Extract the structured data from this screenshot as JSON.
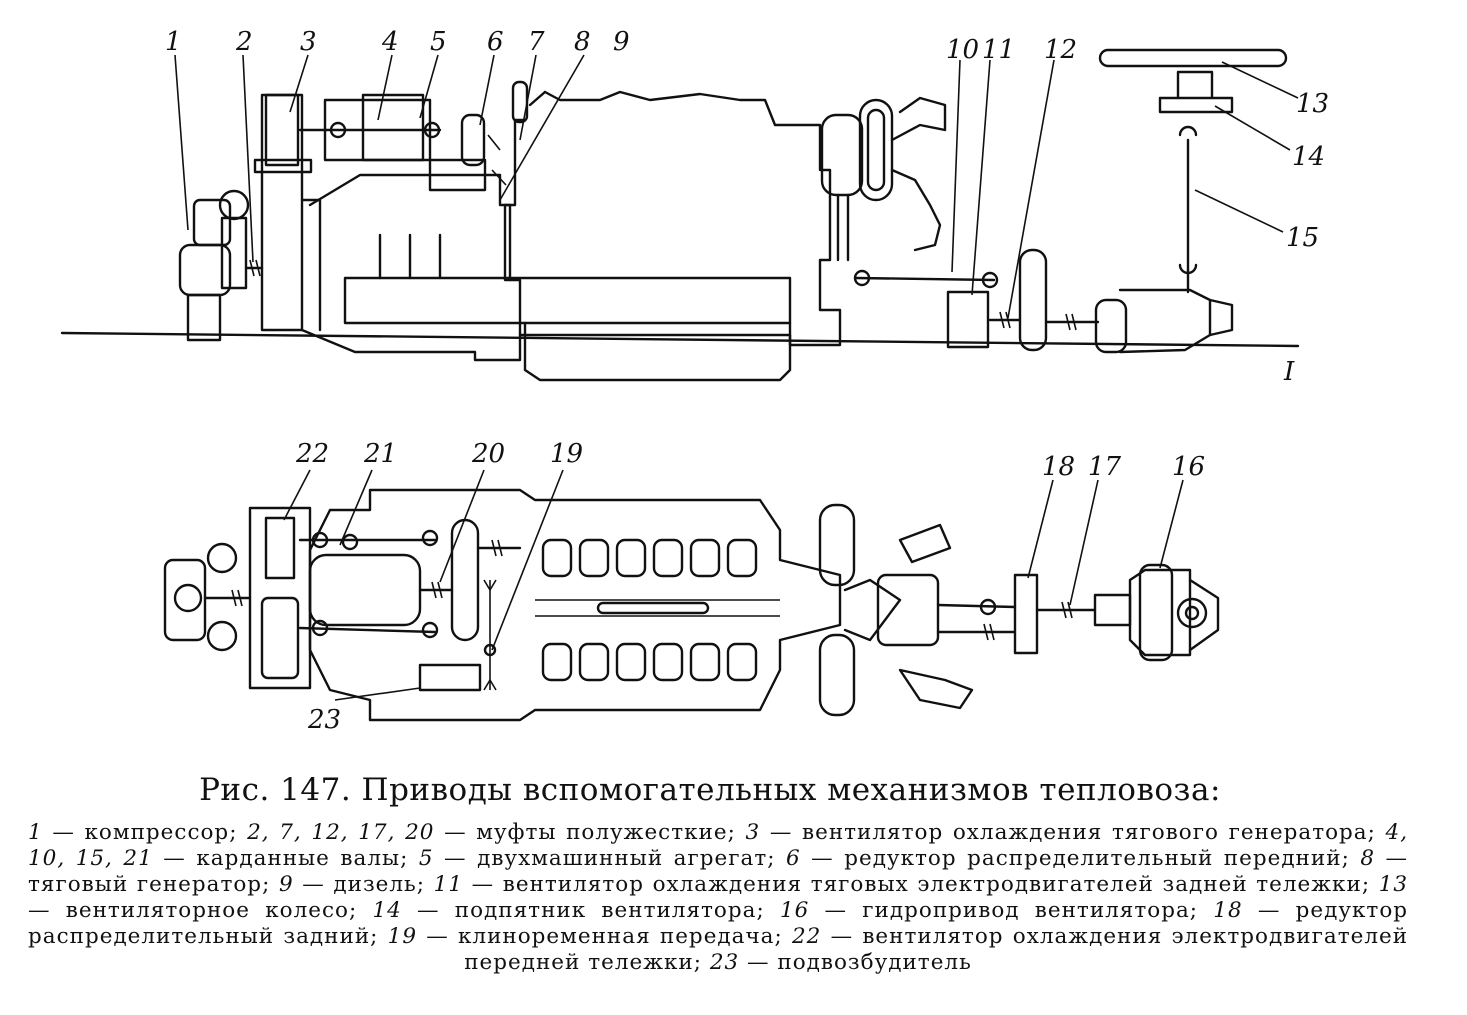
{
  "labels_top": [
    "1",
    "2",
    "3",
    "4",
    "5",
    "6",
    "7",
    "8",
    "9",
    "10",
    "11",
    "12",
    "13",
    "14",
    "15",
    "I"
  ],
  "labels_bottom": [
    "22",
    "21",
    "20",
    "19",
    "18",
    "17",
    "16",
    "23"
  ],
  "caption": {
    "title": "Рис. 147. Приводы вспомогательных механизмов тепловоза:",
    "items": [
      {
        "num": "1",
        "text": "компрессор"
      },
      {
        "num": "2, 7, 12, 17, 20",
        "text": "муфты полужесткие"
      },
      {
        "num": "3",
        "text": "вентилятор охлаждения тягового генератора"
      },
      {
        "num": "4, 10, 15, 21",
        "text": "карданные валы"
      },
      {
        "num": "5",
        "text": "двухмашинный агрегат"
      },
      {
        "num": "6",
        "text": "редуктор распределительный передний"
      },
      {
        "num": "8",
        "text": "тяговый генератор"
      },
      {
        "num": "9",
        "text": "дизель"
      },
      {
        "num": "11",
        "text": "вентилятор охлаждения тяговых электродвигателей задней тележки"
      },
      {
        "num": "13",
        "text": "вентиляторное колесо"
      },
      {
        "num": "14",
        "text": "подпятник вентилятора"
      },
      {
        "num": "16",
        "text": "гидропривод вентилятора"
      },
      {
        "num": "18",
        "text": "редуктор распределительный задний"
      },
      {
        "num": "19",
        "text": "клиноременная передача"
      },
      {
        "num": "22",
        "text": "вентилятор охлаждения электродвигателей передней тележки"
      },
      {
        "num": "23",
        "text": "подвозбудитель"
      }
    ]
  }
}
